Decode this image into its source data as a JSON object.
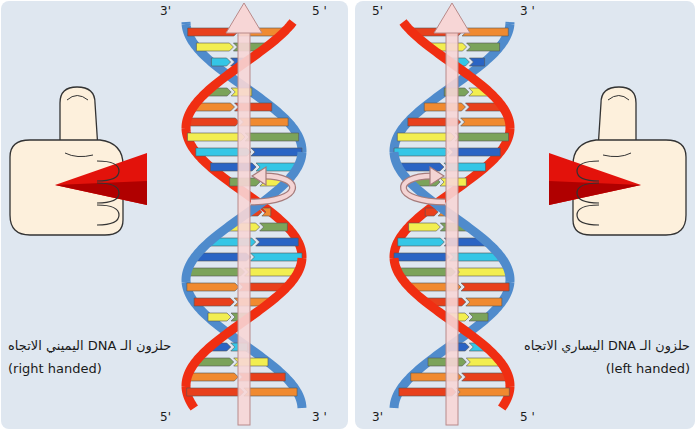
{
  "diagram": {
    "labels": [
      "3'",
      "5 '",
      "5'",
      "3 '",
      "حلزون الـ DNA اليميني الاتجاه",
      "(right handed)",
      "حلزون الـ DNA اليساري الاتجاه",
      "(left handed)",
      "5'",
      "3 '",
      "3'",
      "5 '"
    ]
  }
}
